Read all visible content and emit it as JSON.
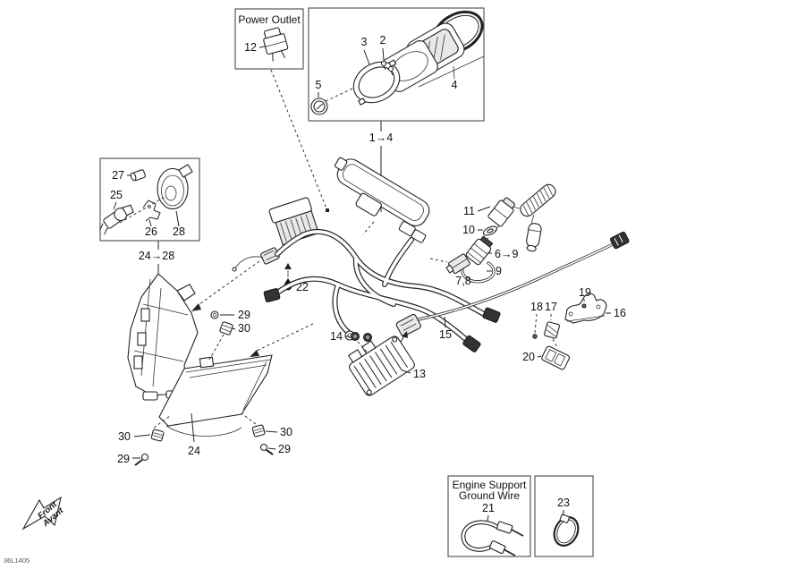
{
  "insets": {
    "power_outlet": {
      "title": "Power Outlet"
    },
    "ground_wire": {
      "title_line1": "Engine Support",
      "title_line2": "Ground Wire"
    }
  },
  "front_arrow": {
    "line1": "Front",
    "line2": "Avant"
  },
  "footer": {
    "code": "36L1405"
  },
  "callouts": [
    {
      "id": "12",
      "text": "12"
    },
    {
      "id": "3",
      "text": "3"
    },
    {
      "id": "2",
      "text": "2"
    },
    {
      "id": "5",
      "text": "5"
    },
    {
      "id": "4",
      "text": "4"
    },
    {
      "id": "1-4",
      "text": "1→4"
    },
    {
      "id": "27",
      "text": "27"
    },
    {
      "id": "25",
      "text": "25"
    },
    {
      "id": "26",
      "text": "26"
    },
    {
      "id": "28",
      "text": "28"
    },
    {
      "id": "24-28",
      "text": "24→28"
    },
    {
      "id": "11",
      "text": "11"
    },
    {
      "id": "10",
      "text": "10"
    },
    {
      "id": "6-9",
      "text": "6→9"
    },
    {
      "id": "9",
      "text": "9"
    },
    {
      "id": "7-8",
      "text": "7,8"
    },
    {
      "id": "22",
      "text": "22"
    },
    {
      "id": "29-upper",
      "text": "29"
    },
    {
      "id": "30-upper",
      "text": "30"
    },
    {
      "id": "14",
      "text": "14"
    },
    {
      "id": "13",
      "text": "13"
    },
    {
      "id": "15",
      "text": "15"
    },
    {
      "id": "18",
      "text": "18"
    },
    {
      "id": "17",
      "text": "17"
    },
    {
      "id": "19",
      "text": "19"
    },
    {
      "id": "16",
      "text": "16"
    },
    {
      "id": "20",
      "text": "20"
    },
    {
      "id": "30-left",
      "text": "30"
    },
    {
      "id": "29-left",
      "text": "29"
    },
    {
      "id": "24",
      "text": "24"
    },
    {
      "id": "30-right",
      "text": "30"
    },
    {
      "id": "29-right",
      "text": "29"
    },
    {
      "id": "21",
      "text": "21"
    },
    {
      "id": "23",
      "text": "23"
    }
  ]
}
